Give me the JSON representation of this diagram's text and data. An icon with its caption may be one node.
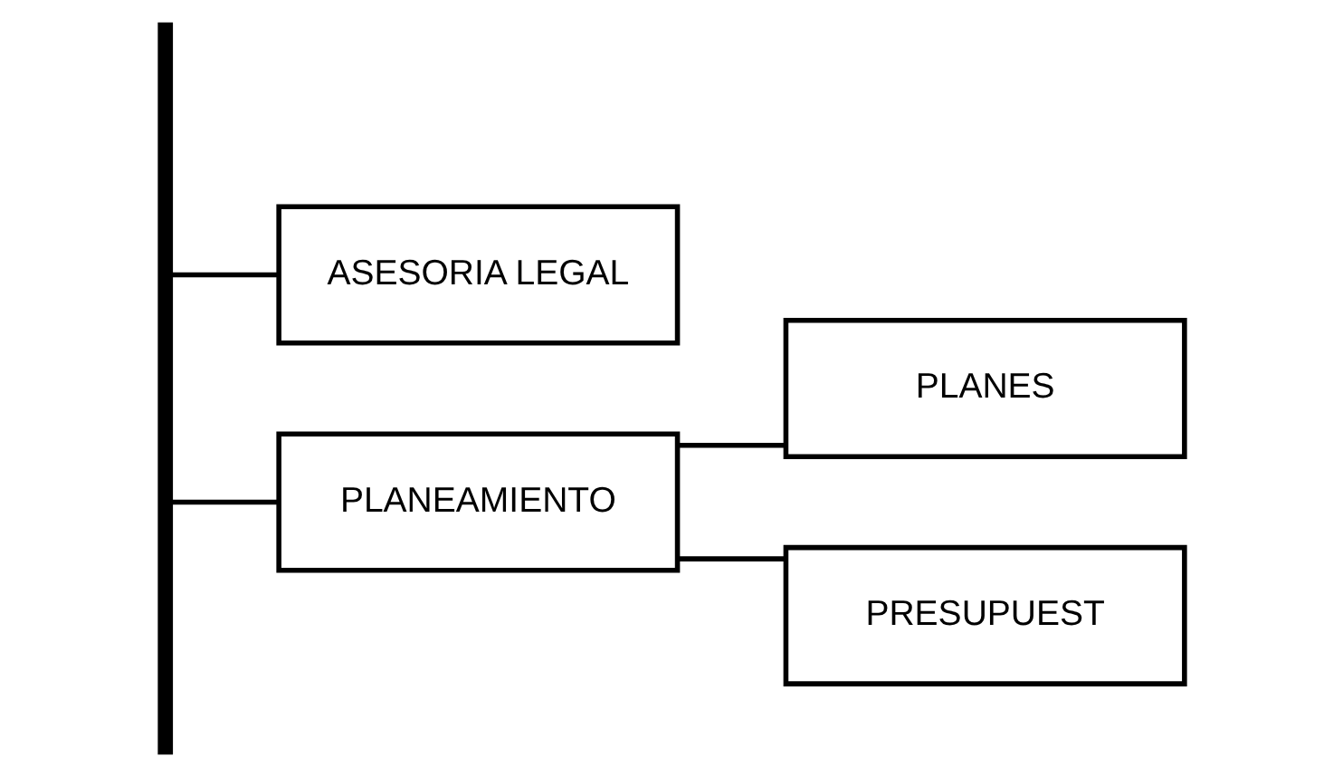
{
  "diagram": {
    "nodes": [
      {
        "text": [],
        "shape": "bar"
      },
      {
        "text": [
          "ASESORIA LEGAL"
        ]
      },
      {
        "text": [
          "PLANEAMIENTO"
        ]
      },
      {
        "text": [
          "PLANES"
        ]
      },
      {
        "text": [
          "PRESUPUEST"
        ]
      }
    ],
    "edges": [
      {
        "from": 0,
        "to": 1,
        "arrow": "none"
      },
      {
        "from": 0,
        "to": 2,
        "arrow": "none"
      },
      {
        "from": 2,
        "to": 3,
        "arrow": "none"
      },
      {
        "from": 2,
        "to": 4,
        "arrow": "none"
      }
    ]
  }
}
